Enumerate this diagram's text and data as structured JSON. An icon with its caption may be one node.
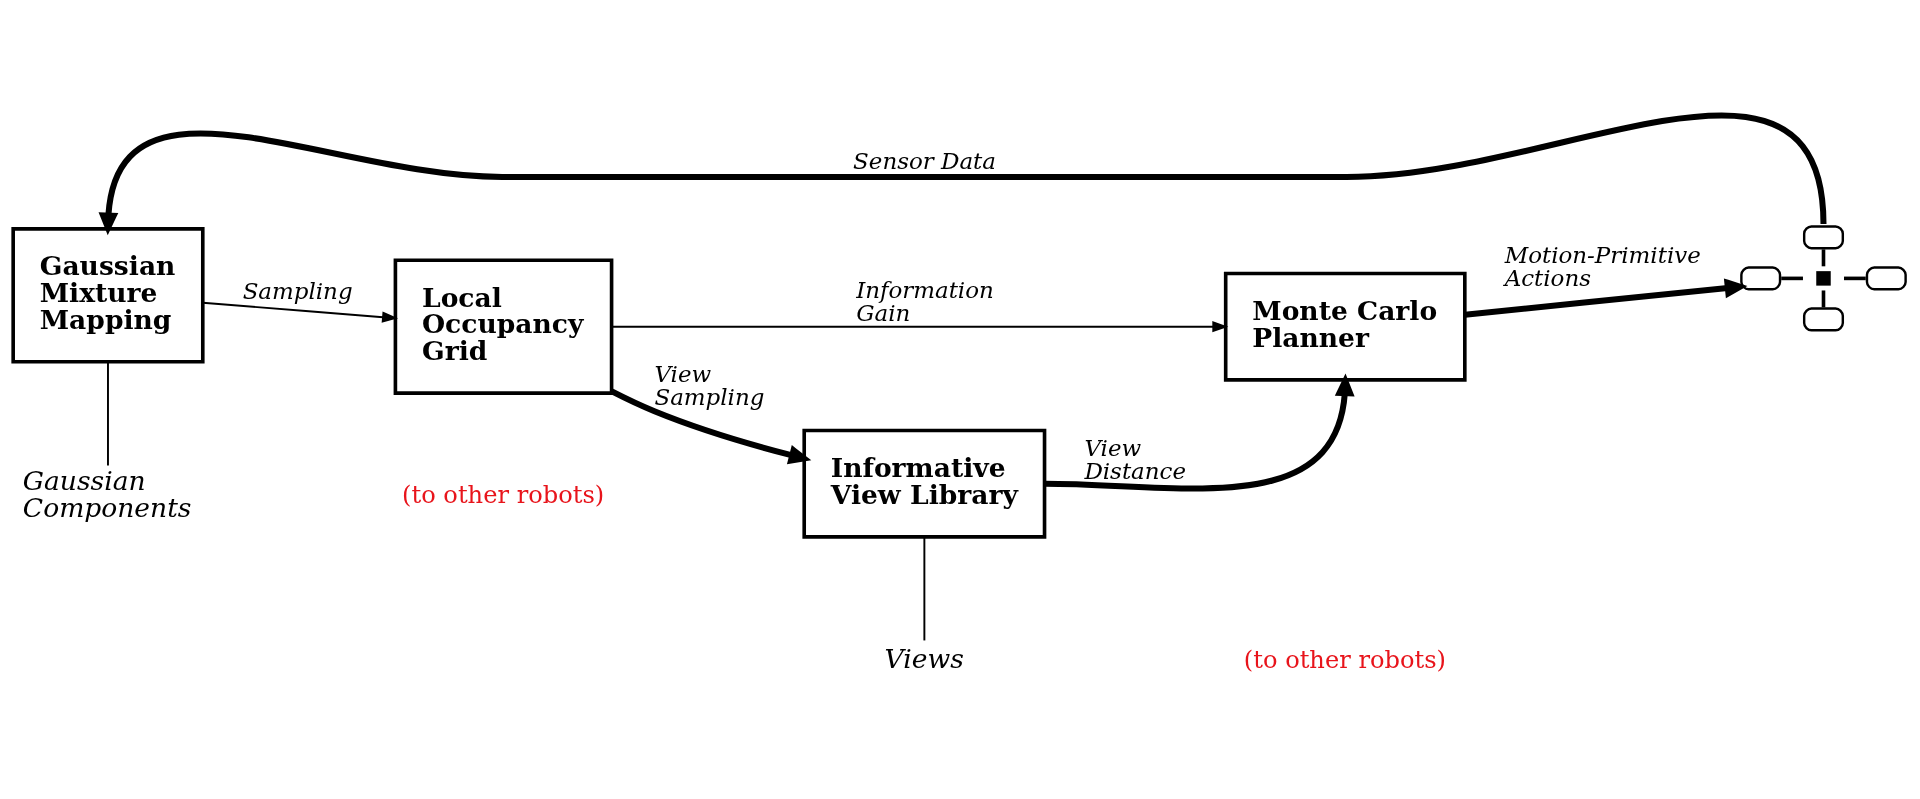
{
  "diagram": {
    "nodes": [
      {
        "text": [
          "Gaussian Mixture Mapping"
        ]
      },
      {
        "text": [
          "Local Occupancy Grid"
        ]
      },
      {
        "text": [
          "Monte Carlo Planner"
        ]
      },
      {
        "text": [
          "Informative View Library"
        ]
      },
      {
        "text": [],
        "shape": "picture"
      },
      {
        "text": [
          "Gaussian Components"
        ]
      },
      {
        "text": [
          "Views"
        ]
      }
    ],
    "edges": [
      {
        "from": 4,
        "to": 0,
        "arrow": "to",
        "label": "Sensor Data",
        "style": "thick"
      },
      {
        "from": 0,
        "to": 1,
        "arrow": "to",
        "label": "Sampling"
      },
      {
        "from": 1,
        "to": 2,
        "arrow": "to",
        "label": "Information Gain"
      },
      {
        "from": 2,
        "to": 4,
        "arrow": "to",
        "label": "Motion-Primitive Actions",
        "style": "thick"
      },
      {
        "from": 0,
        "to": 5,
        "arrow": "none"
      },
      {
        "from": 1,
        "to": 3,
        "arrow": "to",
        "label": "View Sampling",
        "style": "thick"
      },
      {
        "from": 3,
        "to": 2,
        "arrow": "to",
        "label": "View Distance",
        "style": "thick"
      },
      {
        "from": 3,
        "to": 6,
        "arrow": "none"
      }
    ],
    "labels": [
      "(to other robots)",
      "(to other robots)"
    ]
  }
}
